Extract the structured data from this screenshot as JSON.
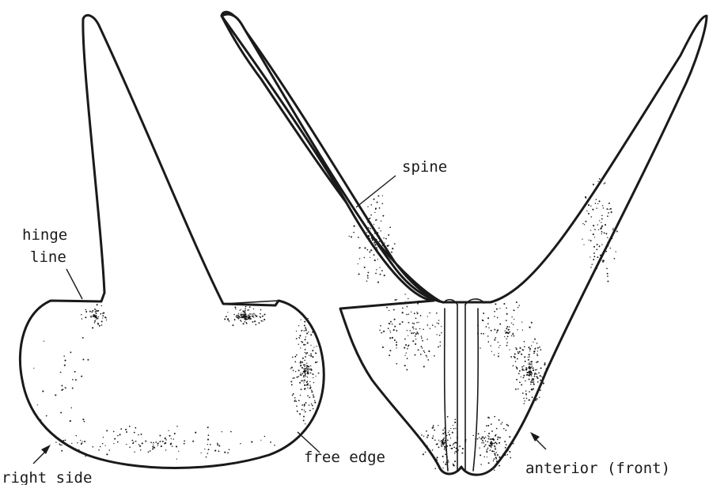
{
  "labels": {
    "spine": "spine",
    "hinge_line_1": "hinge",
    "hinge_line_2": "line",
    "free_edge": "free edge",
    "right_side": "right side",
    "anterior": "anterior (front)"
  },
  "colors": {
    "ink": "#1a1a1a",
    "paper": "#ffffff"
  }
}
